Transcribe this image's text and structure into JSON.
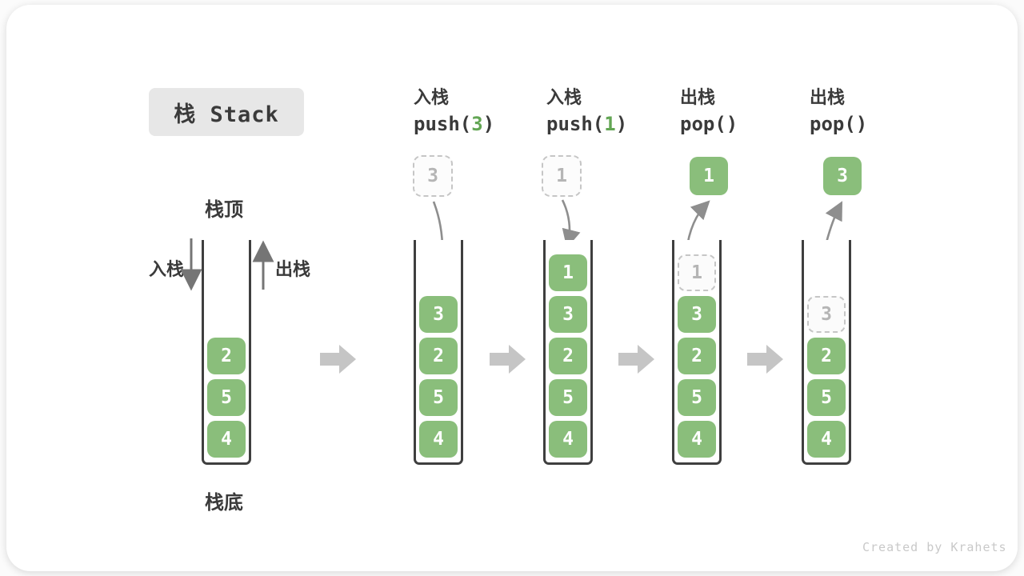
{
  "title": "栈 Stack",
  "watermark": "Created by Krahets",
  "side_labels": {
    "stack_top": "栈顶",
    "stack_bottom": "栈底",
    "push_arrow": "入栈",
    "pop_arrow": "出栈"
  },
  "colors": {
    "block_green": "#8ABE7B",
    "accent_green": "#63A654",
    "arrow_gray": "#8e8e8e",
    "chevron_gray": "#c5c5c5",
    "wall_gray": "#3f3f3f",
    "ghost_border": "#c6c6c6",
    "ghost_text": "#b5b5b5",
    "titlebox_bg": "#e7e7e7"
  },
  "columns": [
    {
      "name": "initial-state",
      "operation": null,
      "floating": null,
      "blocks": [
        {
          "value": "2",
          "ghost": false
        },
        {
          "value": "5",
          "ghost": false
        },
        {
          "value": "4",
          "ghost": false
        }
      ]
    },
    {
      "name": "push-3",
      "operation": {
        "label": "入栈",
        "code_prefix": "push(",
        "code_arg": "3",
        "code_suffix": ")"
      },
      "floating": {
        "value": "3",
        "variant": "dashed",
        "arrow": "down"
      },
      "blocks": [
        {
          "value": "3",
          "ghost": false
        },
        {
          "value": "2",
          "ghost": false
        },
        {
          "value": "5",
          "ghost": false
        },
        {
          "value": "4",
          "ghost": false
        }
      ]
    },
    {
      "name": "push-1",
      "operation": {
        "label": "入栈",
        "code_prefix": "push(",
        "code_arg": "1",
        "code_suffix": ")"
      },
      "floating": {
        "value": "1",
        "variant": "dashed",
        "arrow": "down"
      },
      "blocks": [
        {
          "value": "1",
          "ghost": false
        },
        {
          "value": "3",
          "ghost": false
        },
        {
          "value": "2",
          "ghost": false
        },
        {
          "value": "5",
          "ghost": false
        },
        {
          "value": "4",
          "ghost": false
        }
      ]
    },
    {
      "name": "pop-returns-1",
      "operation": {
        "label": "出栈",
        "code_prefix": "pop(",
        "code_arg": "",
        "code_suffix": ")"
      },
      "floating": {
        "value": "1",
        "variant": "solid",
        "arrow": "up"
      },
      "blocks": [
        {
          "value": "1",
          "ghost": true
        },
        {
          "value": "3",
          "ghost": false
        },
        {
          "value": "2",
          "ghost": false
        },
        {
          "value": "5",
          "ghost": false
        },
        {
          "value": "4",
          "ghost": false
        }
      ]
    },
    {
      "name": "pop-returns-3",
      "operation": {
        "label": "出栈",
        "code_prefix": "pop(",
        "code_arg": "",
        "code_suffix": ")"
      },
      "floating": {
        "value": "3",
        "variant": "solid",
        "arrow": "up"
      },
      "blocks": [
        {
          "value": "3",
          "ghost": true
        },
        {
          "value": "2",
          "ghost": false
        },
        {
          "value": "5",
          "ghost": false
        },
        {
          "value": "4",
          "ghost": false
        }
      ]
    }
  ]
}
